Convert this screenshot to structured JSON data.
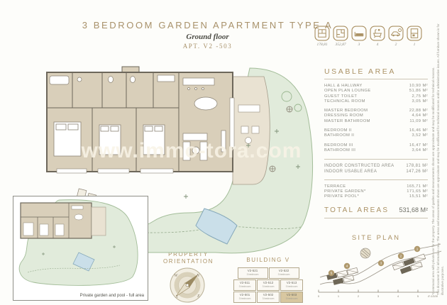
{
  "header": {
    "title": "3 BEDROOM GARDEN APARTMENT TYPE A",
    "subtitle": "Ground floor",
    "apt": "APT. V2 -503"
  },
  "spec_icons": [
    {
      "name": "indoor-area-icon",
      "value": "178,81"
    },
    {
      "name": "outdoor-area-icon",
      "value": "352,87"
    },
    {
      "name": "bedrooms-icon",
      "value": "3"
    },
    {
      "name": "bathrooms-icon",
      "value": "4"
    },
    {
      "name": "parking-icon",
      "value": "2"
    },
    {
      "name": "storage-icon",
      "value": "1"
    }
  ],
  "usable_area": {
    "heading": "USABLE AREA",
    "groups": [
      {
        "rows": [
          {
            "label": "HALL & HALLWAY",
            "value": "10,90 M²"
          },
          {
            "label": "OPEN PLAN LOUNGE",
            "value": "51,86 M²"
          },
          {
            "label": "GUEST TOILET",
            "value": "2,75 M²"
          },
          {
            "label": "TECHNICAL ROOM",
            "value": "3,05 M²"
          }
        ]
      },
      {
        "rows": [
          {
            "label": "MASTER BEDROOM",
            "value": "22,88 M²"
          },
          {
            "label": "DRESSING ROOM",
            "value": "4,64 M²"
          },
          {
            "label": "MASTER BATHROOM",
            "value": "11,09 M²"
          }
        ]
      },
      {
        "rows": [
          {
            "label": "BEDROOM II",
            "value": "16,46 M²"
          },
          {
            "label": "BATHROOM II",
            "value": "3,52 M²"
          }
        ]
      },
      {
        "rows": [
          {
            "label": "BEDROOM III",
            "value": "16,47 M²"
          },
          {
            "label": "BATHROOM III",
            "value": "3,64 M²"
          }
        ]
      }
    ],
    "summary": [
      {
        "label": "INDOOR CONSTRUCTED AREA",
        "value": "178,81 M²"
      },
      {
        "label": "INDOOR USABLE AREA",
        "value": "147,26 M²"
      }
    ],
    "outdoor": [
      {
        "label": "TERRACE",
        "value": "165,71 M²"
      },
      {
        "label": "PRIVATE GARDEN*",
        "value": "171,65 M²"
      },
      {
        "label": "PRIVATE POOL*",
        "value": "15,51 M²"
      }
    ],
    "total": {
      "label": "TOTAL AREAS",
      "value": "531,68 M²"
    }
  },
  "site_plan": {
    "heading": "SITE PLAN",
    "markers": [
      "1",
      "2",
      "3",
      "4",
      "5"
    ],
    "scale_ticks": [
      "0",
      "1",
      "2",
      "3",
      "4",
      "5"
    ],
    "scale_label": "E:1/100"
  },
  "orientation": {
    "line1": "PROPERTY",
    "line2": "ORIENTATION",
    "cardinals": {
      "n": "N",
      "e": "E",
      "s": "S",
      "w": "W"
    }
  },
  "building": {
    "heading": "BUILDING V",
    "row1": [
      {
        "code": "V2-521",
        "type": "3 bedroom"
      },
      {
        "code": "V2-522",
        "type": "3 bedroom"
      }
    ],
    "row2": [
      {
        "code": "V2-511",
        "type": "3 bedroom"
      },
      {
        "code": "V2-512",
        "type": "3 bedroom"
      },
      {
        "code": "V2-513",
        "type": "3 bedroom"
      }
    ],
    "row3": [
      {
        "code": "V2-501",
        "type": "3 bedroom"
      },
      {
        "code": "V2-502",
        "type": "3 bedroom"
      },
      {
        "code": "V2-503",
        "type": "3 bedroom"
      }
    ],
    "highlighted_unit": "V2-503"
  },
  "inset": {
    "caption": "Private garden and pool - full area"
  },
  "watermark": "www.immo-tora.com",
  "disclaimers": {
    "line1": "This document is for information only. The areas and measurements shown are approximate and may be modificated for technical reasons and/or administrative issues. All furniture shown is for illustrative purposes.",
    "line2": "*Communal area with private use for the property. The areas of garden and measurements shown are approximate and may be modificated for technical reasons."
  },
  "colors": {
    "accent": "#ab9265",
    "garden": "#e1ebdb",
    "pool": "#cadfe9",
    "floor": "#d9cfba",
    "terrace": "#e9e2d2",
    "highlight": "#d8c7a0"
  }
}
